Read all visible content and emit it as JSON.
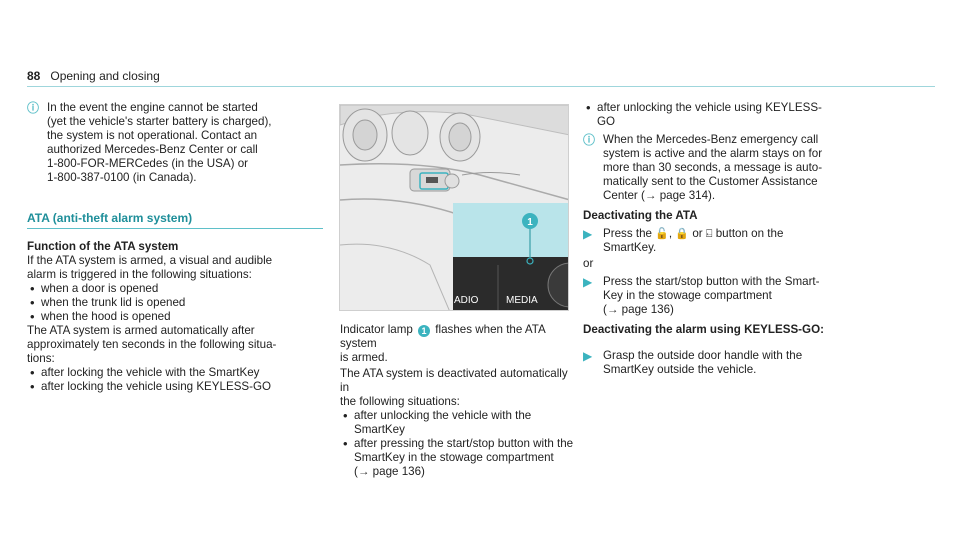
{
  "header": {
    "page_number": "88",
    "section": "Opening and closing"
  },
  "col1": {
    "note": "In the event the engine cannot be started\n(yet the vehicle's starter battery is charged),\nthe system is not operational. Contact an\nauthorized Mercedes-Benz Center or call\n1-800-FOR-MERCedes (in the USA) or\n1-800-387-0100 (in Canada).",
    "section_title": "ATA (anti-theft alarm system)",
    "function_title": "Function of the ATA system",
    "intro": "If the ATA system is armed, a visual and audible\nalarm is triggered in the following situations:",
    "triggers": [
      "when a door is opened",
      "when the trunk lid is opened",
      "when the hood is opened"
    ],
    "auto_arm": "The ATA system is armed automatically after\napproximately ten seconds in the following situa-\ntions:",
    "arm_situations": [
      "after locking the vehicle with the SmartKey",
      "after locking the vehicle using KEYLESS-GO"
    ]
  },
  "figure": {
    "callout": "1",
    "label_left": "ADIO",
    "label_right": "MEDIA"
  },
  "col2": {
    "indicator_pre": "Indicator lamp",
    "indicator_badge": "1",
    "indicator_post": "flashes when the ATA system\nis armed.",
    "deactivate_intro": "The ATA system is deactivated automatically in\nthe following situations:",
    "deactivate_situations": [
      "after unlocking the vehicle with the SmartKey",
      "after pressing the start/stop button with the\nSmartKey in the stowage compartment\n(→ page 136)"
    ]
  },
  "col3": {
    "bullet": "after unlocking the vehicle using KEYLESS-\nGO",
    "note": "When the Mercedes-Benz emergency call\nsystem is active and the alarm stays on for\nmore than 30 seconds, a message is auto-\nmatically sent to the Customer Assistance\nCenter (→ page 314).",
    "deactivating_title": "Deactivating the ATA",
    "step1_pre": "Press the",
    "step1_key1": "🔓",
    "step1_sep1": ",",
    "step1_key2": "🔒",
    "step1_sep2": "or",
    "step1_key3": "⍇",
    "step1_post": "button on the\nSmartKey.",
    "or_label": "or",
    "step2": "Press the start/stop button with the Smart-\nKey in the stowage compartment\n(→ page 136)",
    "keyless_title": "Deactivating the alarm using KEYLESS-GO:",
    "step3": "Grasp the outside door handle with the\nSmartKey outside the vehicle."
  }
}
